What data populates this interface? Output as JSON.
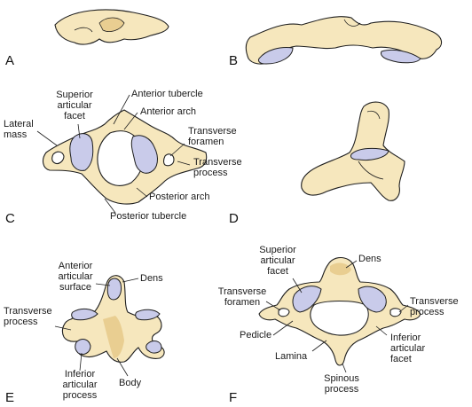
{
  "panel_letters": {
    "a": "A",
    "b": "B",
    "c": "C",
    "d": "D",
    "e": "E",
    "f": "F"
  },
  "panel_c": {
    "superior_articular_facet": "Superior\narticular\nfacet",
    "anterior_tubercle": "Anterior tubercle",
    "anterior_arch": "Anterior arch",
    "lateral_mass": "Lateral\nmass",
    "transverse_foramen": "Transverse\nforamen",
    "transverse_process": "Transverse\nprocess",
    "posterior_arch": "Posterior arch",
    "posterior_tubercle": "Posterior tubercle"
  },
  "panel_e": {
    "anterior_articular_surface": "Anterior\narticular\nsurface",
    "dens": "Dens",
    "transverse_process": "Transverse\nprocess",
    "inferior_articular_process": "Inferior\narticular\nprocess",
    "body": "Body"
  },
  "panel_f": {
    "superior_articular_facet": "Superior\narticular\nfacet",
    "dens": "Dens",
    "transverse_foramen": "Transverse\nforamen",
    "transverse_process": "Transverse\nprocess",
    "pedicle": "Pedicle",
    "inferior_articular_facet": "Inferior\narticular\nfacet",
    "lamina": "Lamina",
    "spinous_process": "Spinous\nprocess"
  },
  "colors": {
    "bone": "#f6e7bd",
    "bone_shade": "#e6c98a",
    "facet": "#c9cbea",
    "outline": "#1f1f1f"
  }
}
